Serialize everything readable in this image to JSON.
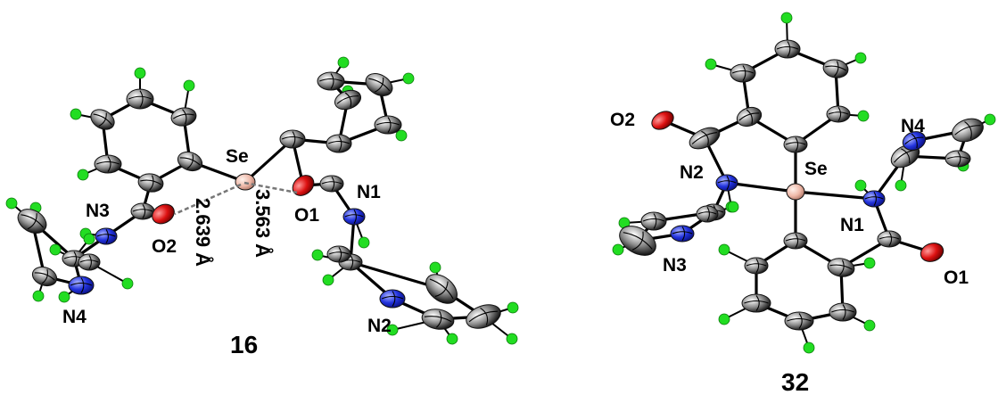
{
  "colors": {
    "carbon": "#1a1a1a",
    "hydrogen": "#22dd22",
    "nitrogen": "#2233dd",
    "oxygen": "#dd1111",
    "selenium": "#eeb8a8",
    "bond": "#000000",
    "contact": "#777777"
  },
  "structure_16": {
    "compound_label": "16",
    "atom_labels": {
      "se": "Se",
      "n1": "N1",
      "n2": "N2",
      "n3": "N3",
      "n4": "N4",
      "o1": "O1",
      "o2": "O2"
    },
    "contacts": {
      "se_o2": "2.639 Å",
      "se_o1": "3.563 Å"
    }
  },
  "structure_32": {
    "compound_label": "32",
    "atom_labels": {
      "se": "Se",
      "n1": "N1",
      "n2": "N2",
      "n3": "N3",
      "n4": "N4",
      "o1": "O1",
      "o2": "O2"
    }
  }
}
